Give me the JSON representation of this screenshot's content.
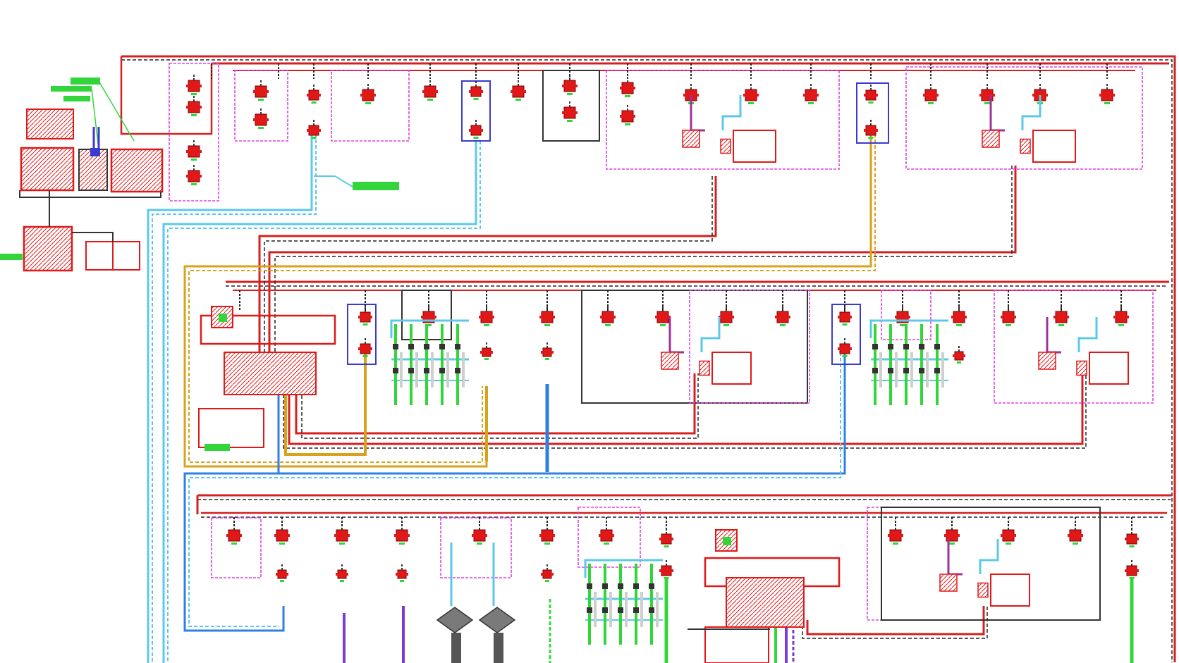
{
  "palette": {
    "background": "#ffffff",
    "device_red": "#e01818",
    "bus_red": "#d42020",
    "bus_dash": "#222222",
    "pipe_cyan": "#5cc8e8",
    "pipe_blue": "#2f7fe0",
    "pipe_gold": "#d8a21c",
    "pipe_green": "#33d63a",
    "pipe_purple": "#7a3bd6",
    "pipe_magenta": "#a0309a",
    "frame_magenta": "#e040e0",
    "frame_blue": "#3a3ad0",
    "frame_dark": "#333333",
    "machine_grey": "#7a7a7a"
  },
  "diagram": {
    "rows": 3,
    "stations_row1": 16,
    "stations_row2": 12,
    "stations_row3": 14
  }
}
